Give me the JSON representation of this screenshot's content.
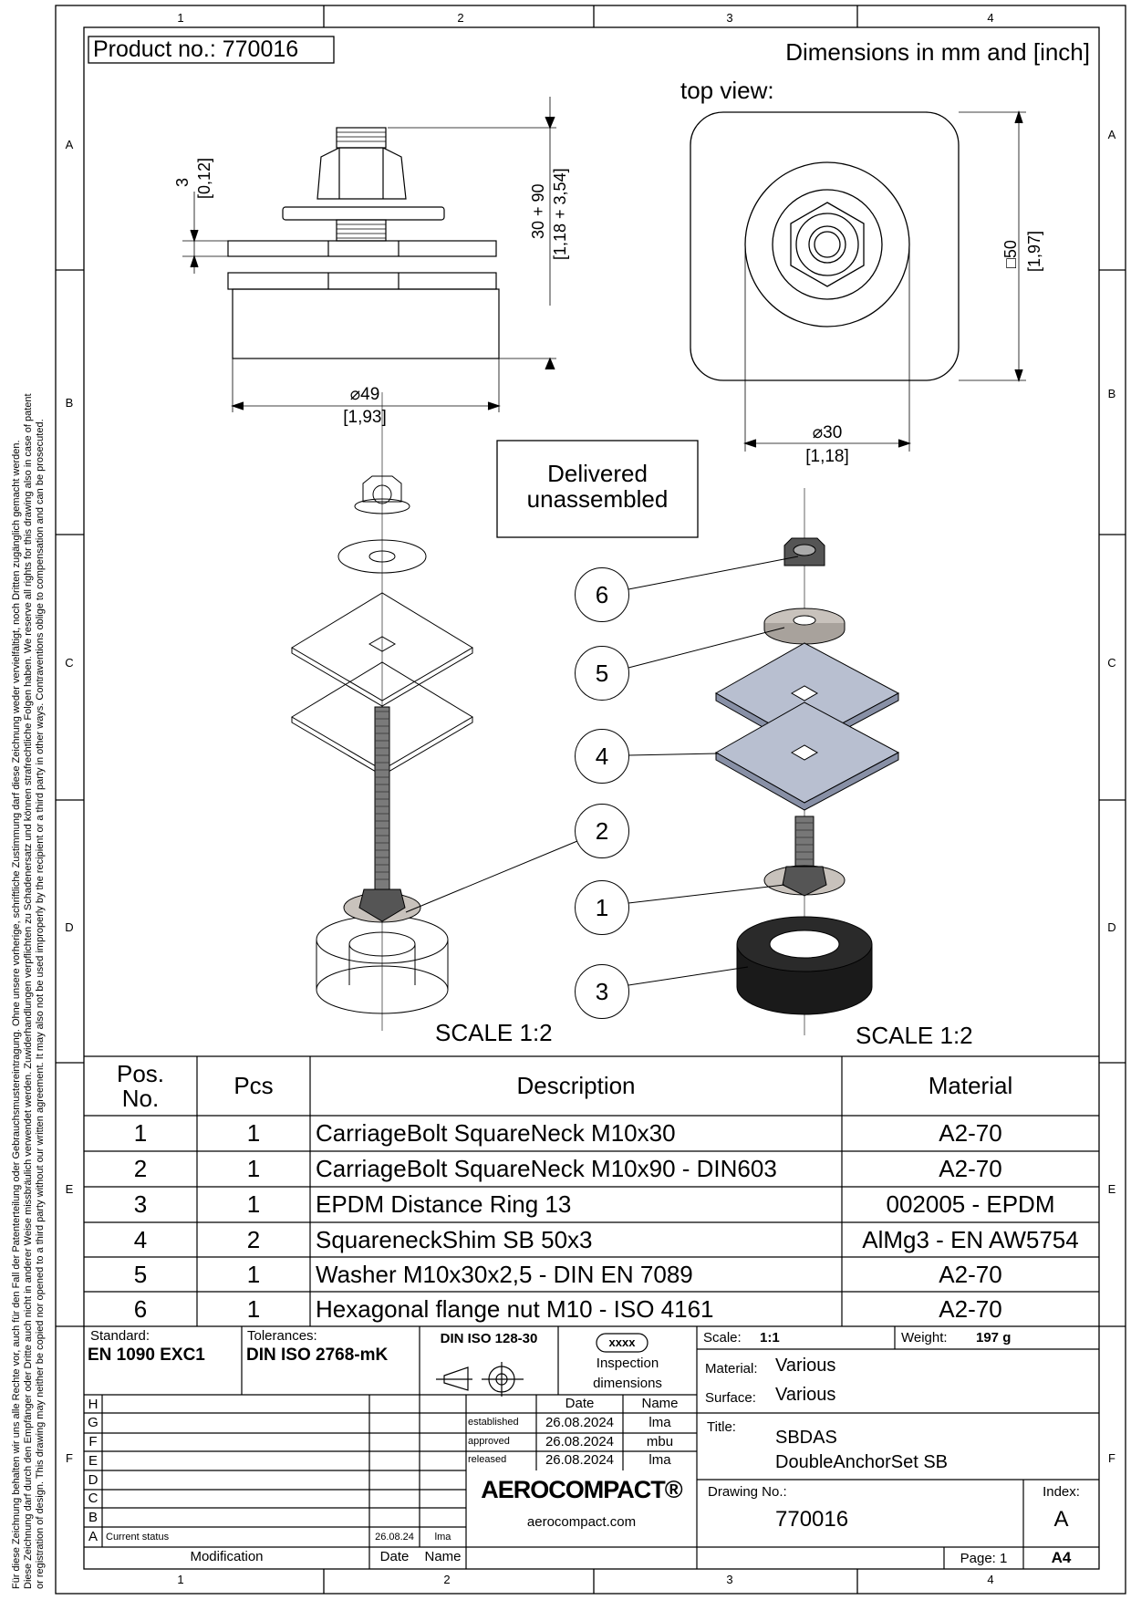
{
  "header": {
    "product_no": "Product no.: 770016",
    "units_note": "Dimensions in mm and [inch]",
    "top_view_label": "top view:"
  },
  "grid": {
    "columns": [
      "1",
      "2",
      "3",
      "4"
    ],
    "rows": [
      "A",
      "B",
      "C",
      "D",
      "E",
      "F"
    ]
  },
  "dimensions": {
    "thickness_mm": "3",
    "thickness_in": "[0,12]",
    "length_mm": "30 + 90",
    "length_in": "[1,18 + 3,54]",
    "ring_dia_mm": "⌀49",
    "ring_dia_in": "[1,93]",
    "square_mm": "□50",
    "square_in": "[1,97]",
    "washer_dia_mm": "⌀30",
    "washer_dia_in": "[1,18]"
  },
  "note": {
    "line1": "Delivered",
    "line2": "unassembled"
  },
  "scales": {
    "left": "SCALE 1:2",
    "right": "SCALE 1:2"
  },
  "balloons": [
    "6",
    "5",
    "4",
    "2",
    "1",
    "3"
  ],
  "parts_table": {
    "headers": {
      "pos_1": "Pos.",
      "pos_2": "No.",
      "pcs": "Pcs",
      "description": "Description",
      "material": "Material"
    },
    "rows": [
      {
        "pos": "1",
        "pcs": "1",
        "description": "CarriageBolt SquareNeck M10x30",
        "material": "A2-70"
      },
      {
        "pos": "2",
        "pcs": "1",
        "description": "CarriageBolt SquareNeck M10x90 - DIN603",
        "material": "A2-70"
      },
      {
        "pos": "3",
        "pcs": "1",
        "description": "EPDM Distance Ring 13",
        "material": "002005 - EPDM"
      },
      {
        "pos": "4",
        "pcs": "2",
        "description": "SquareneckShim SB 50x3",
        "material": "AlMg3 - EN AW5754"
      },
      {
        "pos": "5",
        "pcs": "1",
        "description": "Washer M10x30x2,5 - DIN EN 7089",
        "material": "A2-70"
      },
      {
        "pos": "6",
        "pcs": "1",
        "description": "Hexagonal flange nut M10 - ISO 4161",
        "material": "A2-70"
      }
    ]
  },
  "title_block": {
    "standard_label": "Standard:",
    "standard": "EN 1090 EXC1",
    "tolerances_label": "Tolerances:",
    "tolerances": "DIN ISO 2768-mK",
    "projection": "DIN ISO 128-30",
    "inspection_badge": "xxxx",
    "inspection_1": "Inspection",
    "inspection_2": "dimensions",
    "scale_label": "Scale:",
    "scale": "1:1",
    "weight_label": "Weight:",
    "weight": "197 g",
    "material_label": "Material:",
    "material": "Various",
    "surface_label": "Surface:",
    "surface": "Various",
    "title_label": "Title:",
    "title_1": "SBDAS",
    "title_2": "DoubleAnchorSet SB",
    "drawing_no_label": "Drawing No.:",
    "drawing_no": "770016",
    "index_label": "Index:",
    "index": "A",
    "page": "Page: 1",
    "format": "A4",
    "date_header": "Date",
    "name_header": "Name",
    "approvals": [
      {
        "role": "established",
        "date": "26.08.2024",
        "name": "lma"
      },
      {
        "role": "approved",
        "date": "26.08.2024",
        "name": "mbu"
      },
      {
        "role": "released",
        "date": "26.08.2024",
        "name": "lma"
      }
    ],
    "revisions": [
      {
        "letter": "H",
        "text": "",
        "date": "",
        "name": ""
      },
      {
        "letter": "G",
        "text": "",
        "date": "",
        "name": ""
      },
      {
        "letter": "F",
        "text": "",
        "date": "",
        "name": ""
      },
      {
        "letter": "E",
        "text": "",
        "date": "",
        "name": ""
      },
      {
        "letter": "D",
        "text": "",
        "date": "",
        "name": ""
      },
      {
        "letter": "C",
        "text": "",
        "date": "",
        "name": ""
      },
      {
        "letter": "B",
        "text": "",
        "date": "",
        "name": ""
      },
      {
        "letter": "A",
        "text": "Current status",
        "date": "26.08.24",
        "name": "lma"
      }
    ],
    "modification_label": "Modification",
    "rev_date_label": "Date",
    "rev_name_label": "Name",
    "company": "AEROCOMPACT®",
    "website": "aerocompact.com"
  },
  "legal_notice": {
    "line1": "Für diese Zeichnung behalten wir uns alle Rechte vor, auch für den Fall der Patenterteilung oder Gebrauchsmustereintragung. Ohne unsere vorherige, schriftliche Zustimmung darf diese Zeichnung weder vervielfältigt, noch Dritten zugänglich gemacht werden.",
    "line2": "Diese Zeichnung darf durch den Empfänger oder Dritte auch nicht in anderer Weise missbräulich verwendet werden. Zuwiderhandlungen verpflichten zu Schadenersatz und können strafrechtliche Folgen haben. We reserve all rights for this drawing also in case of patent",
    "line3": "or registration of design. This drawing may neither be copied nor opened to a third party without our written agreement. It may also not be used improperly by the recipient or a third party in other ways. Contraventions oblige to compensation and can be prosecuted."
  },
  "colors": {
    "line": "#000000",
    "shim": "#b8bfd0",
    "washer": "#c8c2bc",
    "epdm": "#1a1a1a",
    "bolt": "#6a6a6a"
  }
}
